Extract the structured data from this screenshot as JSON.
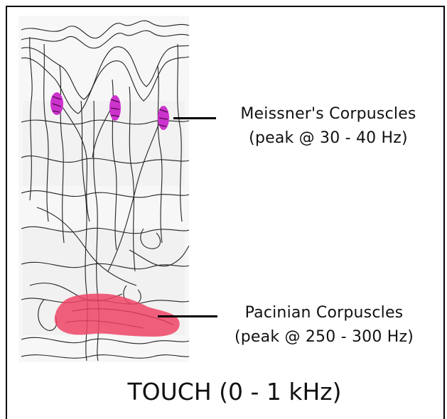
{
  "labels": {
    "meissner": {
      "name": "Meissner's Corpuscles",
      "peak": "(peak @ 30 - 40 Hz)"
    },
    "pacinian": {
      "name": "Pacinian Corpuscles",
      "peak": "(peak @ 250 - 300 Hz)"
    }
  },
  "caption": "TOUCH (0 - 1 kHz)",
  "colors": {
    "meissner": "#cc33cc",
    "pacinian": "#ee4466",
    "line": "#000000"
  }
}
